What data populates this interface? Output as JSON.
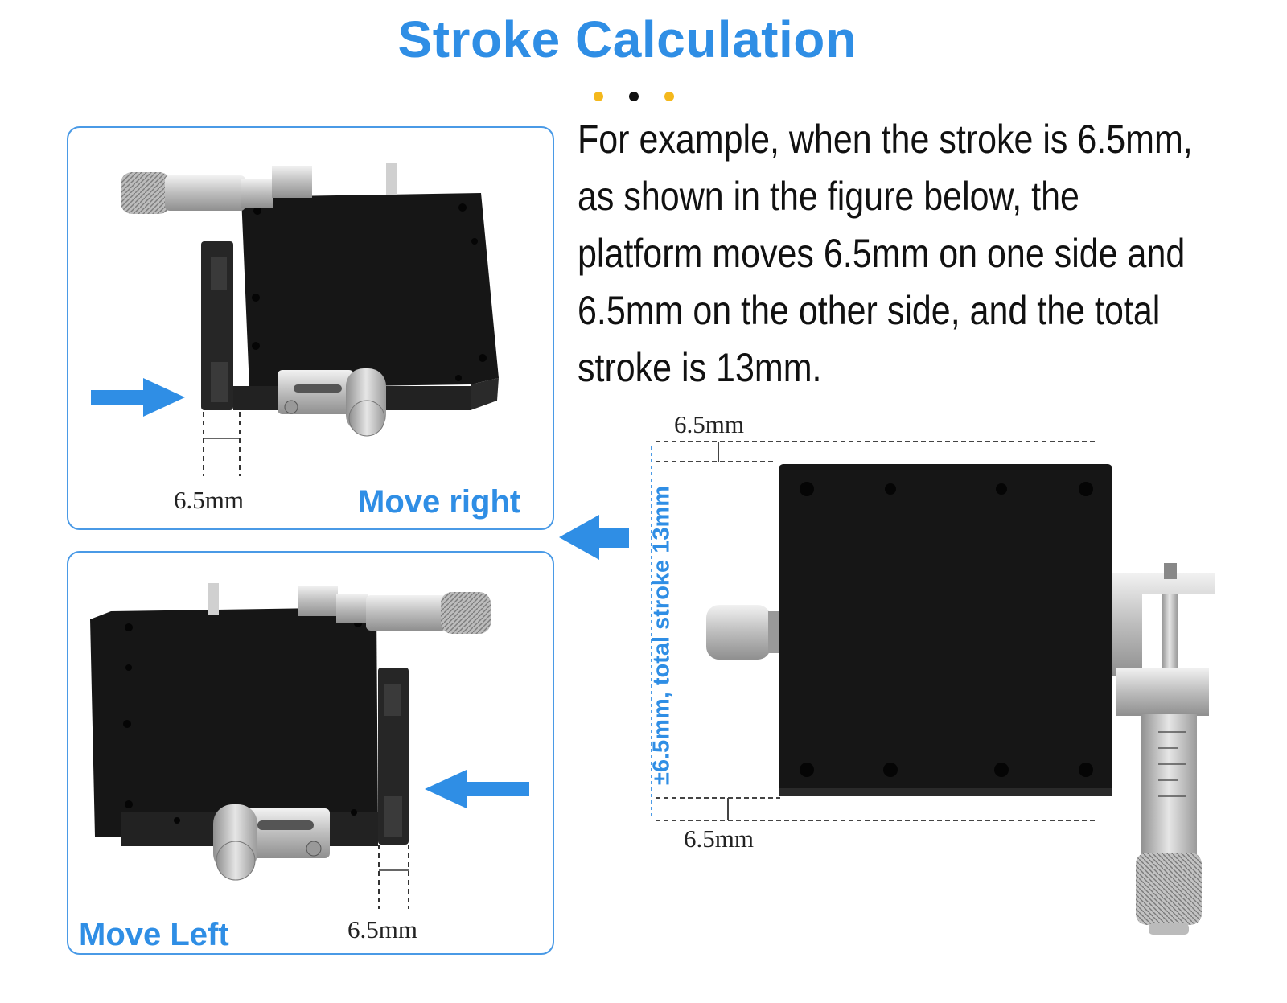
{
  "title": "Stroke Calculation",
  "description_lines": [
    "For example, when the stroke is 6.5mm,",
    "as shown in the figure below, the",
    "platform moves 6.5mm on one side and",
    "6.5mm on the other side, and the total",
    "stroke is 13mm."
  ],
  "panels": {
    "move_right": {
      "caption": "Move right",
      "measure": "6.5mm"
    },
    "move_left": {
      "caption": "Move Left",
      "measure": "6.5mm"
    }
  },
  "right_diagram": {
    "top_measure": "6.5mm",
    "bottom_measure": "6.5mm",
    "vertical_label": "±6.5mm, total stroke 13mm"
  },
  "colors": {
    "accent_blue": "#2f8ee5",
    "dot_yellow": "#f4b81c",
    "dot_black": "#111111",
    "stage_black": "#1a1a1a",
    "metal": "#c9c9c9"
  },
  "icons": [
    "arrow-right-icon",
    "arrow-left-icon",
    "separator-dots-icon"
  ]
}
